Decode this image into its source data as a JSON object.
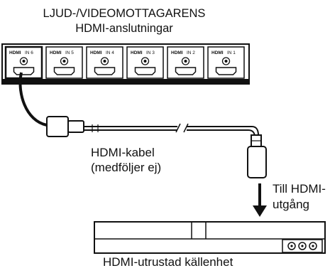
{
  "receiver": {
    "title_line1": "LJUD-/VIDEOMOTTAGARENS",
    "title_line2": "HDMI-anslutningar",
    "ports": [
      {
        "logo": "HDMI",
        "label": "IN 6"
      },
      {
        "logo": "HDMI",
        "label": "IN 5"
      },
      {
        "logo": "HDMI",
        "label": "IN 4"
      },
      {
        "logo": "HDMI",
        "label": "IN 3"
      },
      {
        "logo": "HDMI",
        "label": "IN 2"
      },
      {
        "logo": "HDMI",
        "label": "IN 1"
      }
    ]
  },
  "cable": {
    "line1": "HDMI-kabel",
    "line2": "(medföljer ej)"
  },
  "output": {
    "line1": "Till HDMI-",
    "line2": "utgång"
  },
  "source": {
    "label": "HDMI-utrustad källenhet"
  },
  "icons": [
    "hdmi-port-icon",
    "hdmi-plug-icon",
    "arrow-down-icon",
    "rca-jack-icon"
  ],
  "colors": {
    "line": "#111111",
    "background": "#ffffff"
  }
}
